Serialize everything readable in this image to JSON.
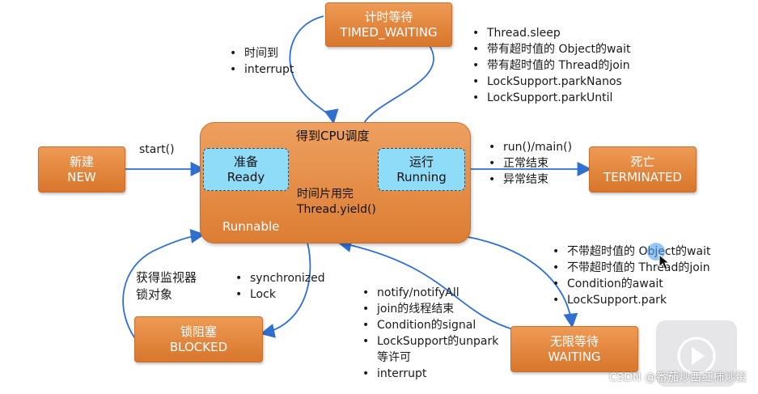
{
  "states": {
    "new": {
      "cn": "新建",
      "en": "NEW"
    },
    "timed_waiting": {
      "cn": "计时等待",
      "en": "TIMED_WAITING"
    },
    "terminated": {
      "cn": "死亡",
      "en": "TERMINATED"
    },
    "blocked": {
      "cn": "锁阻塞",
      "en": "BLOCKED"
    },
    "waiting": {
      "cn": "无限等待",
      "en": "WAITING"
    }
  },
  "runnable": {
    "label": "Runnable",
    "cpu_label": "得到CPU调度",
    "ready": {
      "cn": "准备",
      "en": "Ready"
    },
    "running": {
      "cn": "运行",
      "en": "Running"
    },
    "timeslice_label": "时间片用完",
    "yield_label": "Thread.yield()"
  },
  "labels": {
    "start": "start()",
    "timed_wait_return": [
      "时间到",
      "interrupt"
    ],
    "timed_wait_causes": [
      "Thread.sleep",
      "带有超时值的 Object的wait",
      "带有超时值的 Thread的join",
      "LockSupport.parkNanos",
      "LockSupport.parkUntil"
    ],
    "terminate_causes": [
      "run()/main()",
      "正常结束",
      "异常结束"
    ],
    "blocked_return": "获得监视器锁对象",
    "blocked_causes": [
      "synchronized",
      "Lock"
    ],
    "waiting_return": [
      "notify/notifyAll",
      "join的线程结束",
      "Condition的signal",
      "LockSupport的unpark",
      "等许可",
      "interrupt"
    ],
    "waiting_causes": [
      "不带超时值的 Object的wait",
      "不带超时值的 Thread的join",
      "Condition的await",
      "LockSupport.park"
    ]
  },
  "watermark": "CSDN @番茄炒西红柿炒蛋",
  "colors": {
    "state_fill": "#e2873f",
    "substate_fill": "#8fdcf8",
    "arrow": "#2f6fd0"
  }
}
